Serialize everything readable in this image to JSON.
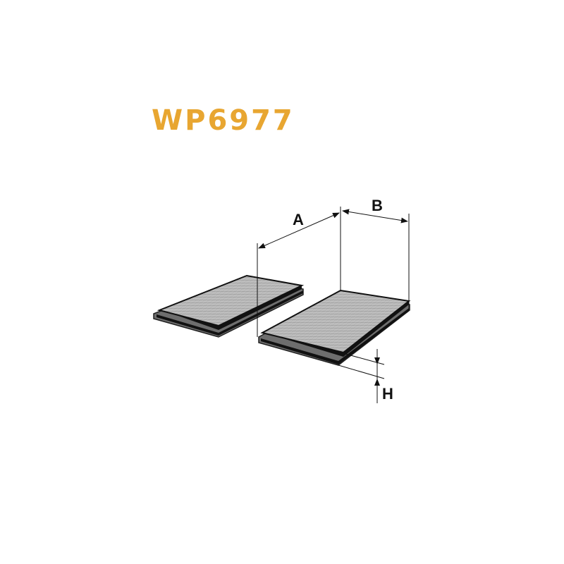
{
  "product_code": "WP6977",
  "dimension_labels": {
    "a": "A",
    "b": "B",
    "h": "H"
  },
  "colors": {
    "title": "#e8a631",
    "filter_media": "#b9b9b9",
    "frame": "#222222",
    "base": "#707070"
  }
}
